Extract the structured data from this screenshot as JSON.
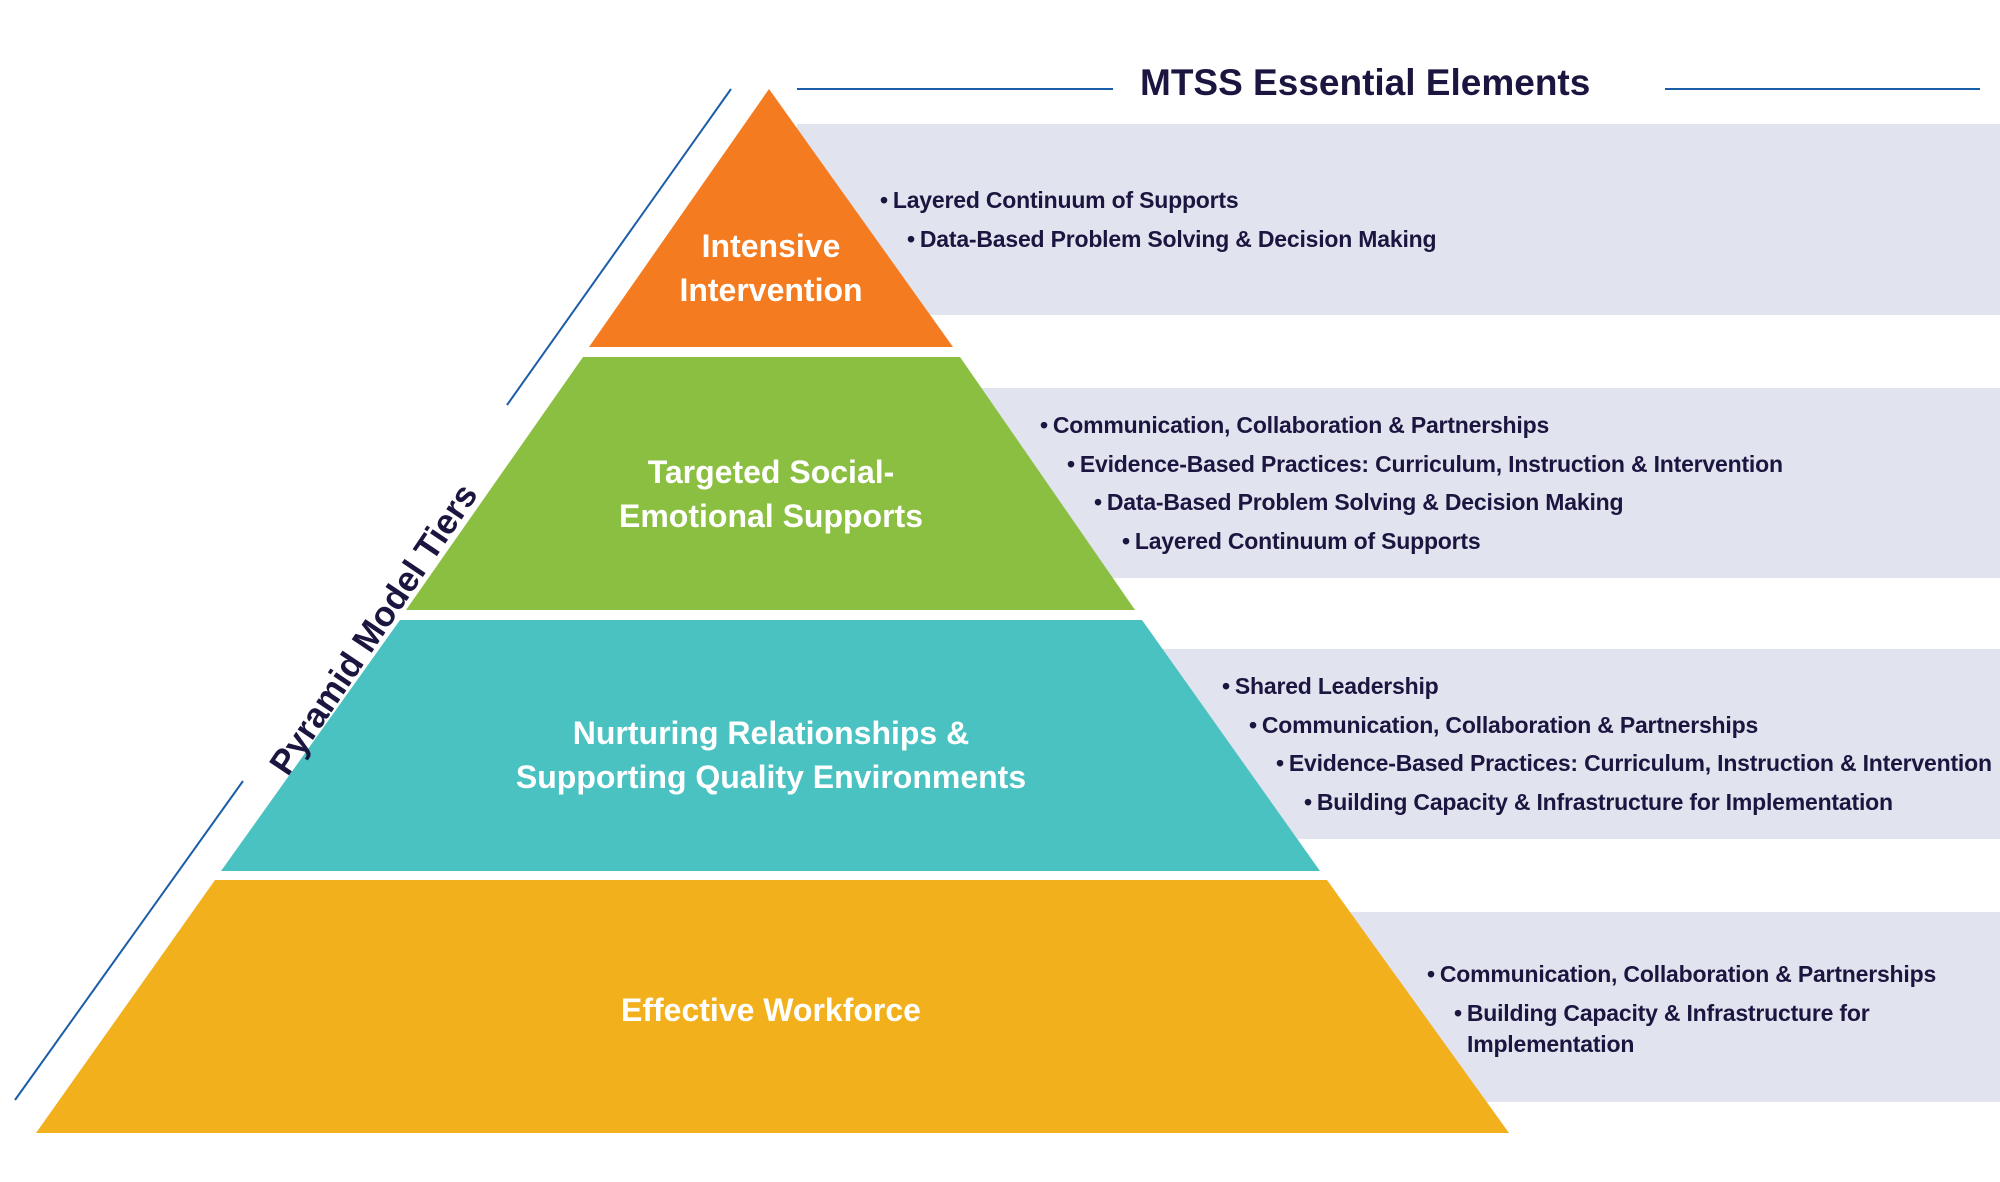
{
  "header": {
    "title": "MTSS Essential Elements"
  },
  "side_label": "Pyramid Model Tiers",
  "colors": {
    "intensive": "#f47b20",
    "targeted": "#8bbf41",
    "nurturing": "#4bc2c2",
    "workforce": "#f2b01c",
    "band": "#e1e3ef",
    "line": "#1b5ea8",
    "text": "#1b1640"
  },
  "tiers": [
    {
      "line1": "Intensive",
      "line2": "Intervention",
      "elements": [
        "Layered Continuum of Supports",
        "Data-Based Problem Solving & Decision Making"
      ]
    },
    {
      "line1": "Targeted Social-",
      "line2": "Emotional Supports",
      "elements": [
        "Communication, Collaboration & Partnerships",
        "Evidence-Based Practices: Curriculum, Instruction & Intervention",
        "Data-Based Problem Solving & Decision Making",
        "Layered Continuum of Supports"
      ]
    },
    {
      "line1": "Nurturing Relationships &",
      "line2": "Supporting Quality Environments",
      "elements": [
        "Shared Leadership",
        "Communication, Collaboration & Partnerships",
        "Evidence-Based Practices: Curriculum, Instruction & Intervention",
        "Building Capacity & Infrastructure for Implementation"
      ]
    },
    {
      "line1": "Effective Workforce",
      "line2": "",
      "elements": [
        "Communication, Collaboration & Partnerships",
        "Building Capacity & Infrastructure for",
        "Implementation"
      ]
    }
  ]
}
